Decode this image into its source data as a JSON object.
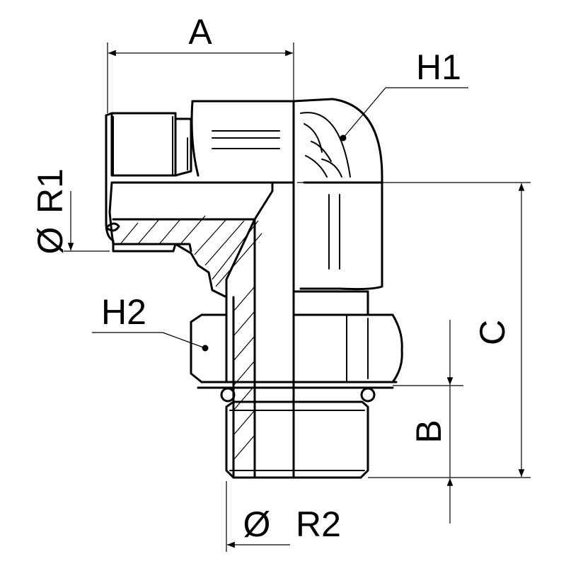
{
  "labels": {
    "A": "A",
    "B": "B",
    "C": "C",
    "H1": "H1",
    "H2": "H2",
    "R1": "R1",
    "R2": "R2",
    "diameter_symbol": "Ø"
  }
}
